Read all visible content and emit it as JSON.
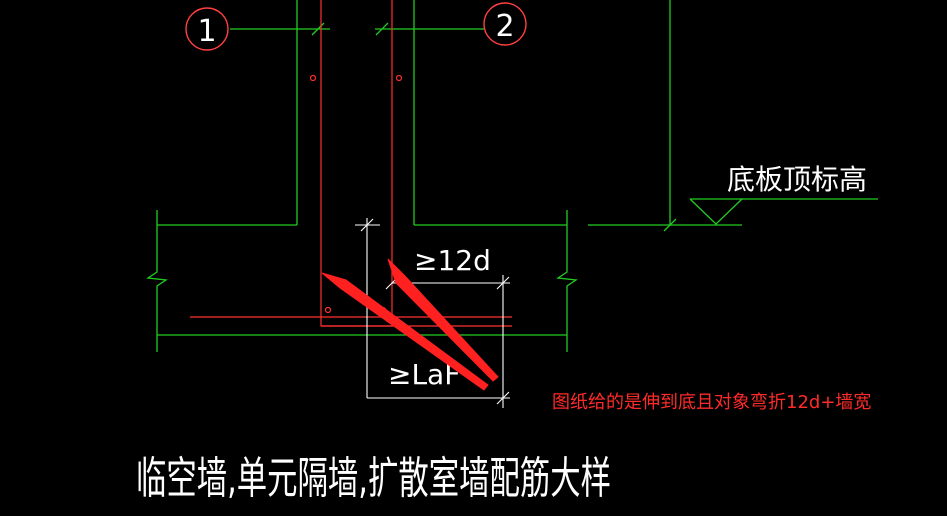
{
  "axes": {
    "axis_1_label": "1",
    "axis_2_label": "2"
  },
  "labels": {
    "slab_top_elevation": "底板顶标高",
    "dim_12d": "≥12d",
    "dim_laf": "≥LaF"
  },
  "annotation": {
    "text": "图纸给的是伸到底且对象弯折12d+墙宽",
    "color": "#ff2a2a"
  },
  "title": {
    "text": "临空墙,单元隔墙,扩散室墙配筋大样"
  },
  "colors": {
    "background": "#000000",
    "concrete_outline": "#22cc22",
    "rebar": "#ff3030",
    "dimension": "#ffffff",
    "axis_circle": "#ff4040"
  }
}
